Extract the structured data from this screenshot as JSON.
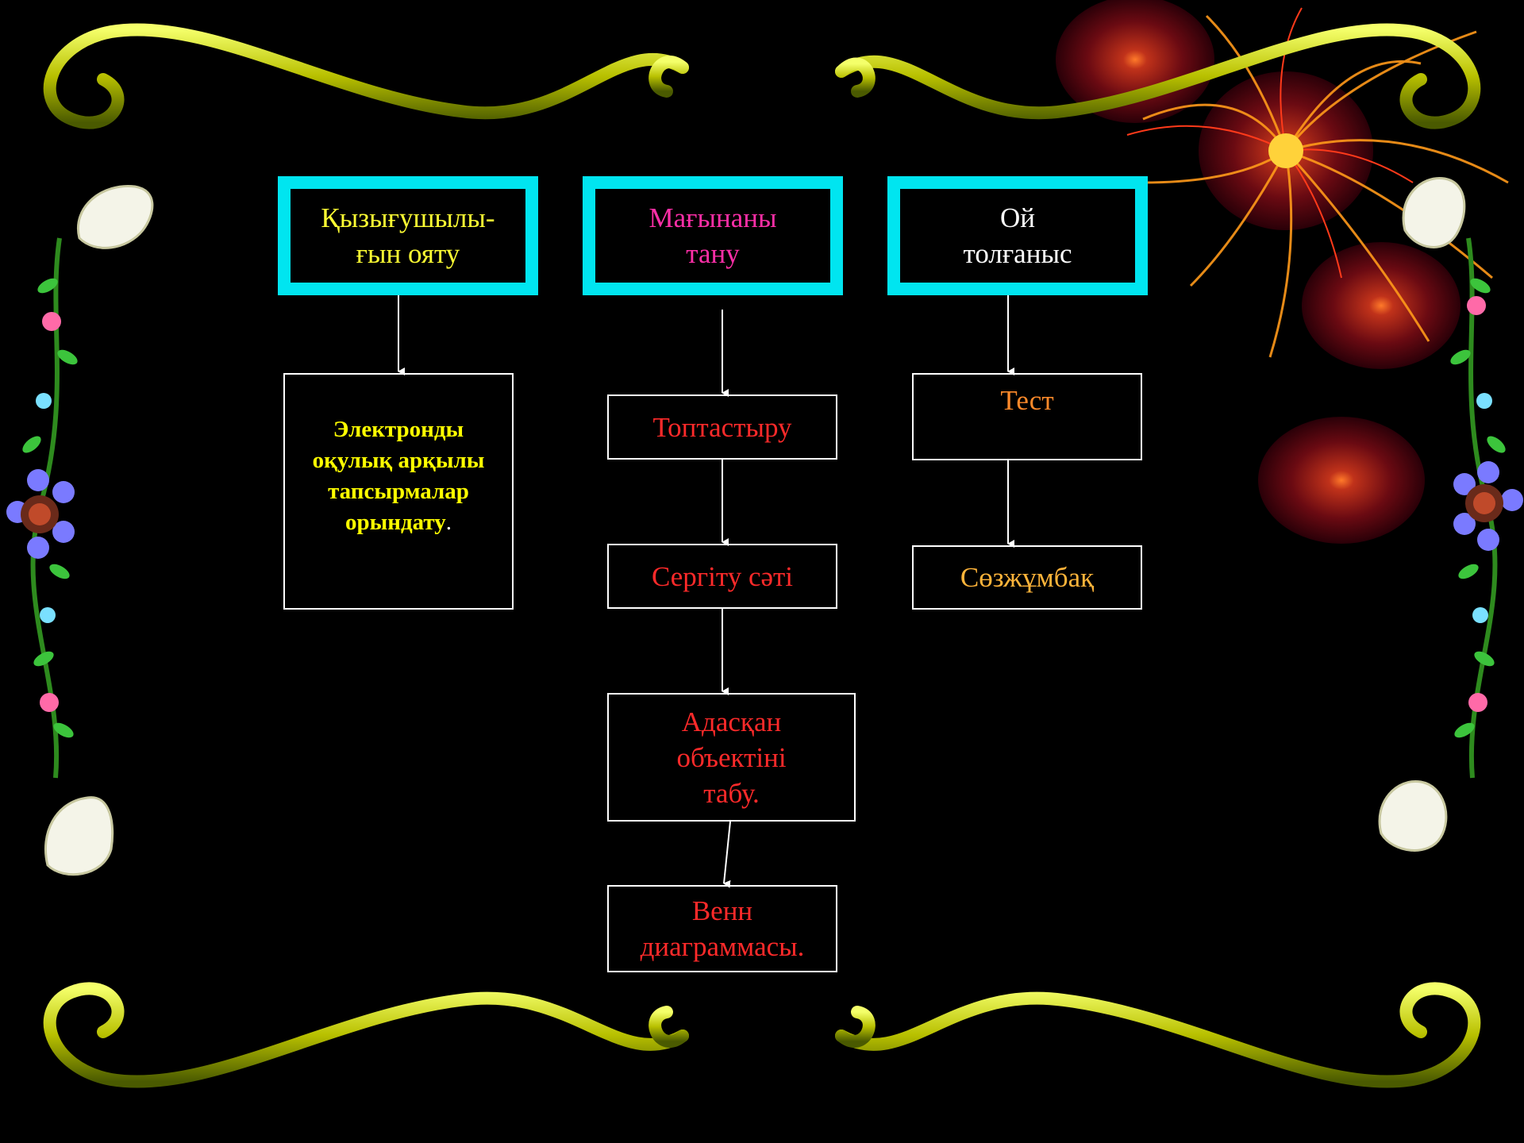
{
  "headers": [
    {
      "id": "h1",
      "text": "Қызығушылы-\nғын ояту"
    },
    {
      "id": "h2",
      "text": "Мағынаны\nтану"
    },
    {
      "id": "h3",
      "text": "Ой\nтолғаныс"
    }
  ],
  "nodes": {
    "n1": "Электронды\nоқулық арқылы\nтапсырмалар\nорындату",
    "n1_suffix": ".",
    "n2": "Топтастыру",
    "n3": "Сергіту сәті",
    "n4": "Адасқан\nобъектіні\nтабу.",
    "n5": "Венн\nдиаграммасы.",
    "n6": "Тест",
    "n7": "Сөзжұмбақ"
  },
  "colors": {
    "header_border": "#00e5f0",
    "header_1_text": "#ffff33",
    "header_2_text": "#ff2fa8",
    "header_3_text": "#ffffff",
    "bold_text": "#ffff00",
    "node_text_red": "#ff2a2a",
    "node_text_orange": "#ff8a2a",
    "background": "#000000",
    "swirl_gold": "#d8e020"
  },
  "decorations": {
    "corner_swirls": "gold-swirl-icon",
    "side_garlands": "flower-garland-icon",
    "petals": "white-petal-icon",
    "fireworks": "firework-icon"
  }
}
